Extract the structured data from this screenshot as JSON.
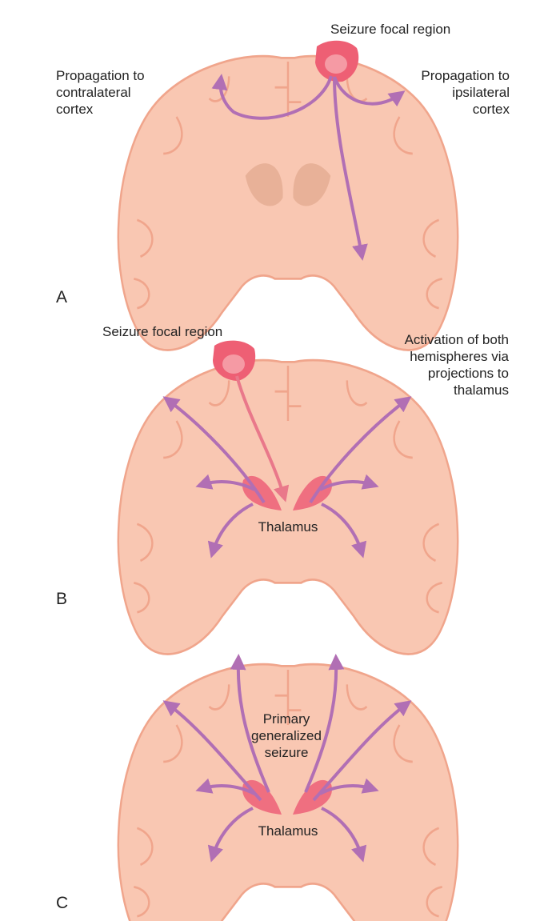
{
  "colors": {
    "brain": "#f9c7b2",
    "gyrus_outline": "#f0a58c",
    "white_matter": "#fbd9c8",
    "focal": "#ee5f74",
    "focal_inner": "#f59aa4",
    "arrow_purple": "#b16fb4",
    "arrow_pink": "#e9788a",
    "thalamus": "#ef6f80",
    "deep_nuclei": "#e8b198"
  },
  "panels": [
    {
      "letter": "A",
      "focal_label": "Seizure focal region",
      "left_label": [
        "Propagation to",
        "contralateral",
        "cortex"
      ],
      "right_label": [
        "Propagation to",
        "ipsilateral",
        "cortex"
      ]
    },
    {
      "letter": "B",
      "focal_label": "Seizure focal region",
      "right_label": [
        "Activation of both",
        "hemispheres via",
        "projections to",
        "thalamus"
      ],
      "center_label": "Thalamus"
    },
    {
      "letter": "C",
      "center_label": [
        "Primary",
        "generalized",
        "seizure"
      ],
      "thalamus_label": "Thalamus"
    }
  ]
}
